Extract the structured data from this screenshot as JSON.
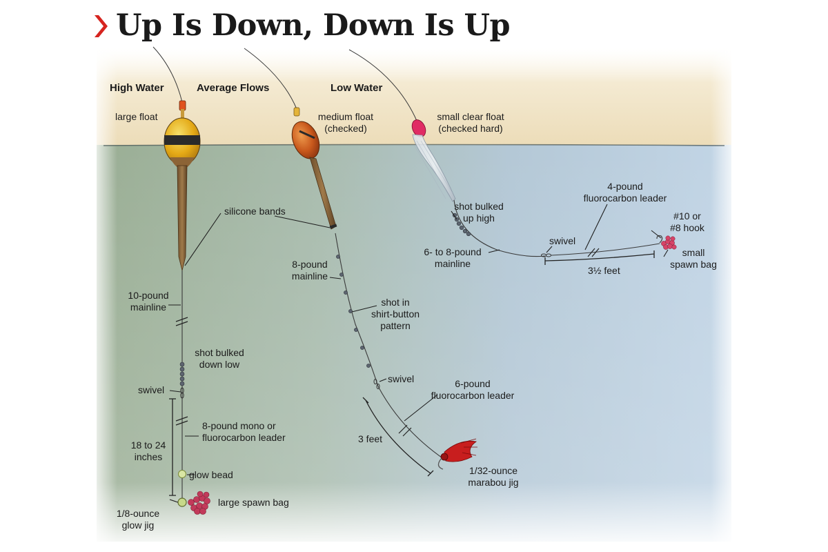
{
  "title": "Up Is Down, Down Is Up",
  "columns": {
    "high": "High Water",
    "average": "Average Flows",
    "low": "Low Water"
  },
  "labels": {
    "large_float": "large float",
    "medium_float_1": "medium float",
    "medium_float_2": "(checked)",
    "small_float_1": "small clear float",
    "small_float_2": "(checked hard)",
    "silicone_bands": "silicone bands",
    "mainline_10_1": "10-pound",
    "mainline_10_2": "mainline",
    "shot_low_1": "shot bulked",
    "shot_low_2": "down low",
    "swivel_high": "swivel",
    "leader_8_1": "8-pound mono or",
    "leader_8_2": "fluorocarbon leader",
    "length_18_1": "18 to 24",
    "length_18_2": "inches",
    "glow_bead": "glow bead",
    "large_spawn_bag": "large spawn bag",
    "glow_jig_1": "1/8-ounce",
    "glow_jig_2": "glow jig",
    "mainline_8_1": "8-pound",
    "mainline_8_2": "mainline",
    "shot_shirt_1": "shot in",
    "shot_shirt_2": "shirt-button",
    "shot_shirt_3": "pattern",
    "swivel_avg": "swivel",
    "leader_6_1": "6-pound",
    "leader_6_2": "fluorocarbon leader",
    "length_3ft": "3 feet",
    "marabou_1": "1/32-ounce",
    "marabou_2": "marabou jig",
    "shot_high_1": "shot bulked",
    "shot_high_2": "up high",
    "mainline_6_8_1": "6- to 8-pound",
    "mainline_6_8_2": "mainline",
    "swivel_low": "swivel",
    "leader_4_1": "4-pound",
    "leader_4_2": "fluorocarbon leader",
    "hook_1": "#10 or",
    "hook_2": "#8 hook",
    "small_spawn_1": "small",
    "small_spawn_2": "spawn bag",
    "length_3_5": "3½ feet"
  },
  "colors": {
    "accent_chevron": "#d6241f",
    "water_left": "#9fb59a",
    "water_right": "#b7cde0",
    "sky": "#efe3c6",
    "float_large_top": "#e8b41e",
    "float_medium": "#c8581c",
    "float_small_tip": "#e02c64",
    "spawn": "#c23a5a",
    "jig": "#c81e1e"
  },
  "icons": {
    "title": "chevron-right-icon"
  }
}
